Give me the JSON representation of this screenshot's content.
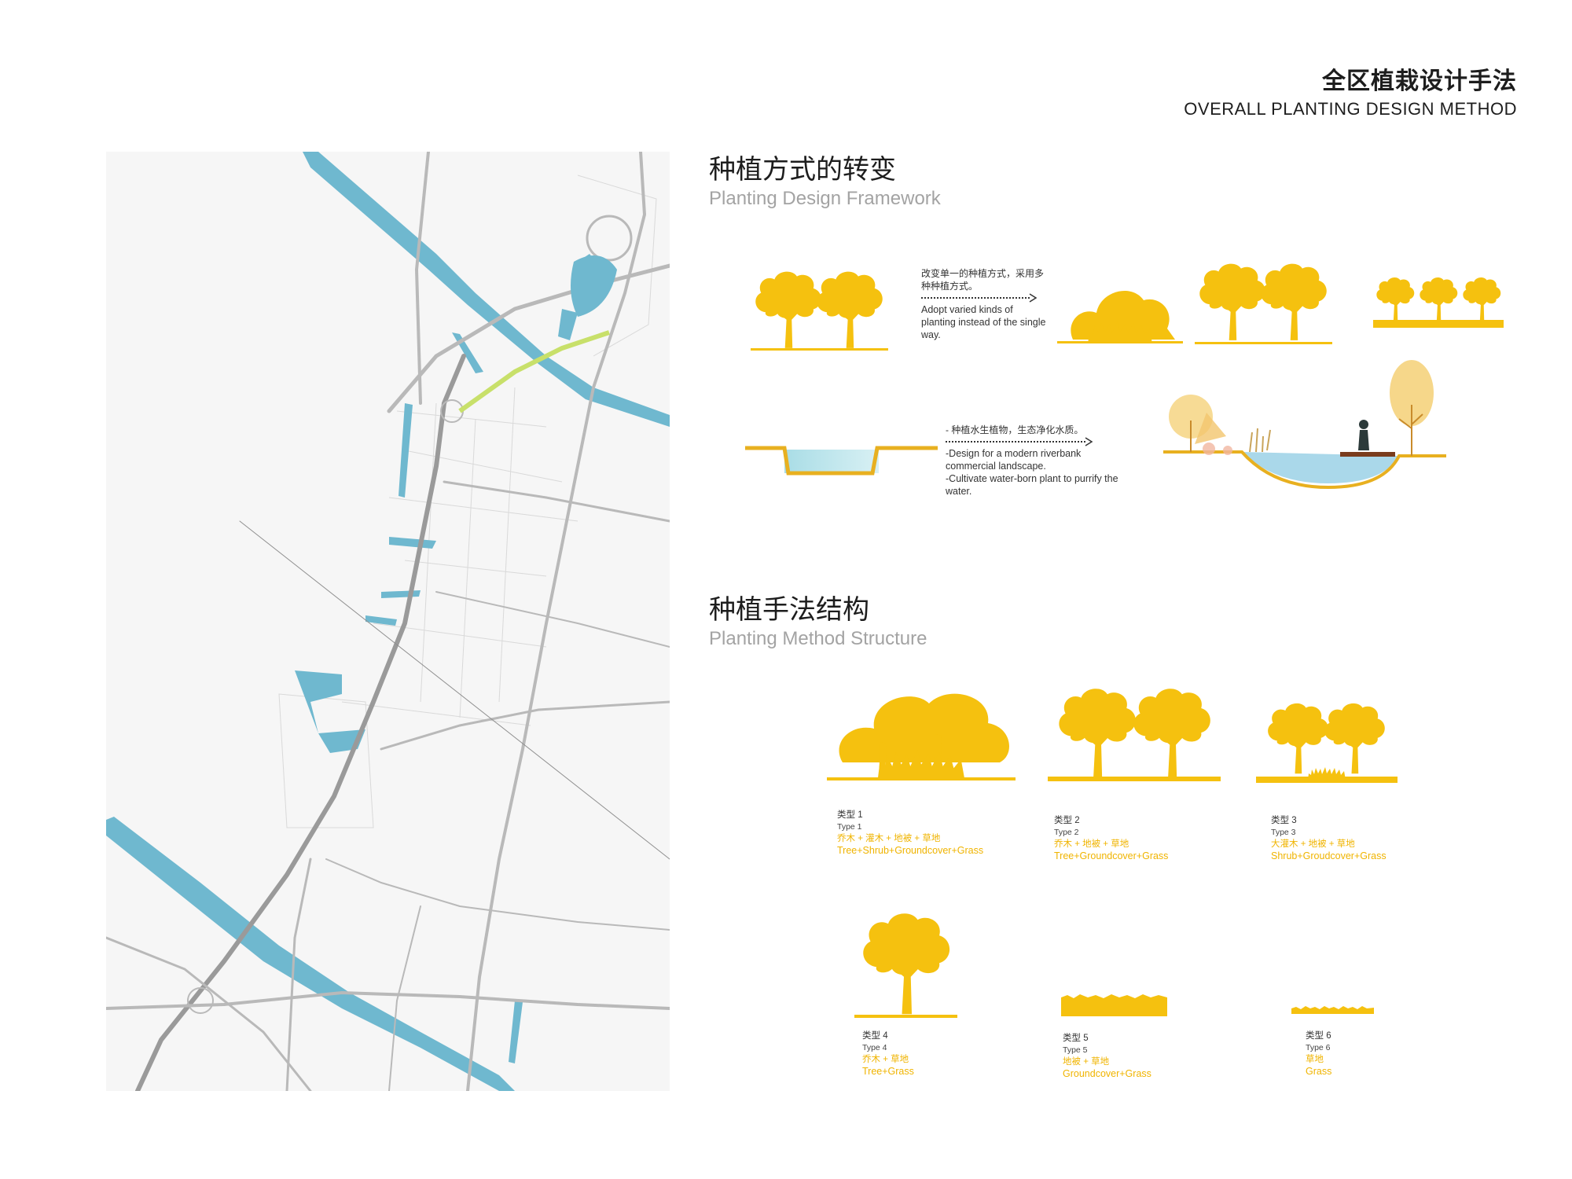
{
  "header": {
    "title_cn": "全区植栽设计手法",
    "title_en": "OVERALL PLANTING DESIGN METHOD"
  },
  "section1": {
    "title_cn": "种植方式的转变",
    "title_en": "Planting Design Framework",
    "note_top": {
      "cn": "改变单一的种植方式，采用多种种植方式。",
      "en": "Adopt varied kinds of planting instead of the single  way."
    },
    "note_bottom": {
      "cn": "- 种植水生植物，生态净化水质。",
      "en1": "-Design for a modern riverbank commercial landscape.",
      "en2": "-Cultivate water-born plant to purrify the water."
    }
  },
  "section2": {
    "title_cn": "种植手法结构",
    "title_en": "Planting Method Structure",
    "types": [
      {
        "cn": "类型 1",
        "en": "Type  1",
        "mix_cn": "乔木 + 灌木 + 地被 + 草地",
        "mix_en": "Tree+Shrub+Groundcover+Grass"
      },
      {
        "cn": "类型 2",
        "en": "Type  2",
        "mix_cn": "乔木 + 地被 + 草地",
        "mix_en": "Tree+Groundcover+Grass"
      },
      {
        "cn": "类型 3",
        "en": "Type  3",
        "mix_cn": "大灌木 + 地被 + 草地",
        "mix_en": "Shrub+Groudcover+Grass"
      },
      {
        "cn": "类型 4",
        "en": "Type  4",
        "mix_cn": "乔木 + 草地",
        "mix_en": "Tree+Grass"
      },
      {
        "cn": "类型 5",
        "en": "Type  5",
        "mix_cn": "地被 + 草地",
        "mix_en": "Groundcover+Grass"
      },
      {
        "cn": "类型 6",
        "en": "Type  6",
        "mix_cn": "草地",
        "mix_en": "Grass"
      }
    ]
  },
  "colors": {
    "tree_yellow": "#f5c10f",
    "caption_yellow": "#f0b400",
    "water_blue": "#6fb8cf",
    "road_gray": "#b9b9b9",
    "map_bg": "#f6f6f6",
    "greenway": "#c8e06a"
  }
}
